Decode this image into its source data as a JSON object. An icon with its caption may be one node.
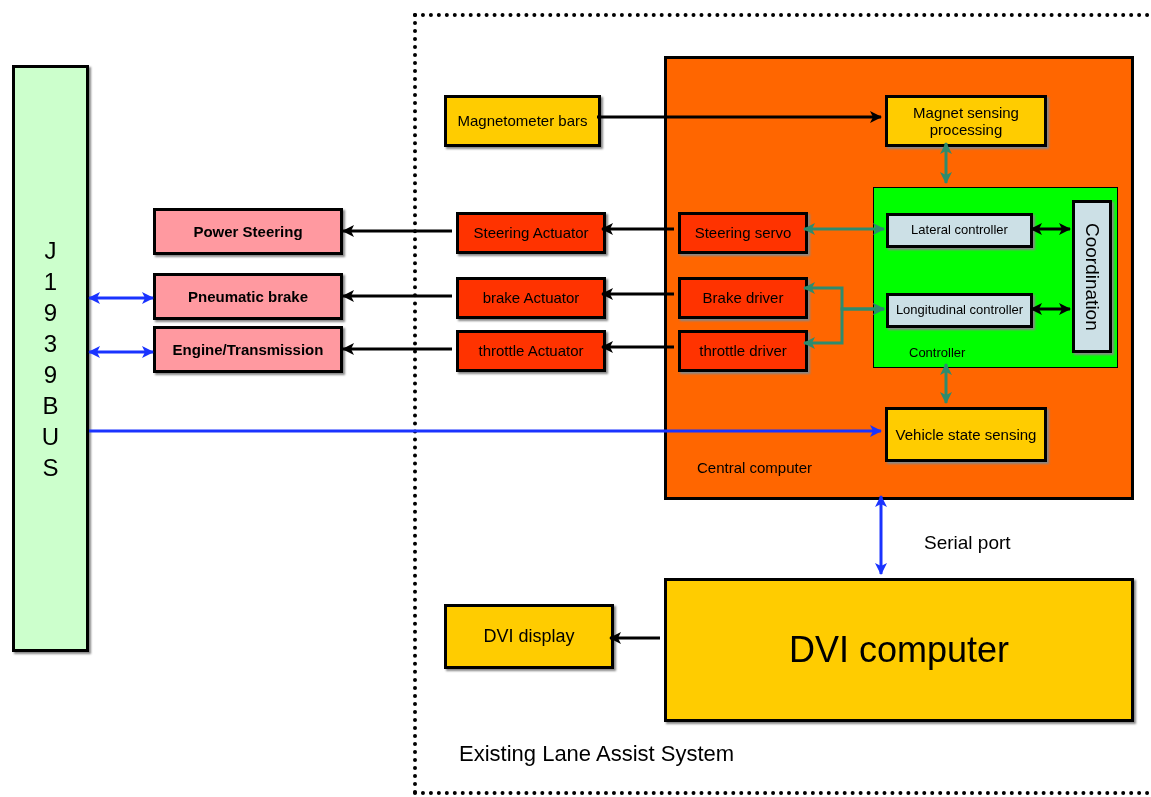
{
  "diagram": {
    "nodes": [
      {
        "text": [
          "J 1 9 3 9 B U S"
        ]
      },
      {
        "text": [
          "Existing Lane Assist System"
        ]
      },
      {
        "text": [
          "Central computer"
        ],
        "in": 1
      },
      {
        "text": [
          "Magnetometer bars"
        ],
        "in": 1
      },
      {
        "text": [
          "Magnet sensing processing"
        ],
        "in": 2
      },
      {
        "text": [
          "Controller"
        ],
        "in": 2
      },
      {
        "text": [
          "Lateral controller"
        ],
        "in": 5
      },
      {
        "text": [
          "Coordination"
        ],
        "in": 5
      },
      {
        "text": [
          "Longitudinal controller"
        ],
        "in": 5
      },
      {
        "text": [
          "Power Steering"
        ]
      },
      {
        "text": [
          "Steering Actuator"
        ],
        "in": 1
      },
      {
        "text": [
          "Steering servo"
        ],
        "in": 2
      },
      {
        "text": [
          "Pneumatic brake"
        ]
      },
      {
        "text": [
          "brake Actuator"
        ],
        "in": 1
      },
      {
        "text": [
          "Brake driver"
        ],
        "in": 2
      },
      {
        "text": [
          "Engine/Transmission"
        ]
      },
      {
        "text": [
          "throttle Actuator"
        ],
        "in": 1
      },
      {
        "text": [
          "throttle driver"
        ],
        "in": 2
      },
      {
        "text": [
          "Vehicle state sensing"
        ],
        "in": 2
      },
      {
        "text": [
          "DVI display"
        ],
        "in": 1
      },
      {
        "text": [
          "DVI computer"
        ],
        "in": 1
      }
    ],
    "edges": [
      {
        "from": 3,
        "to": 4,
        "arrow": "to"
      },
      {
        "from": 4,
        "to": 5,
        "arrow": "both",
        "color": "#2e8b6e"
      },
      {
        "from": 11,
        "to": 6,
        "arrow": "both",
        "color": "#2e8b6e"
      },
      {
        "from": 6,
        "to": 7,
        "arrow": "both"
      },
      {
        "from": 8,
        "to": 7,
        "arrow": "both"
      },
      {
        "from": 8,
        "to": 14,
        "arrow": "both",
        "color": "#2e8b6e"
      },
      {
        "from": 8,
        "to": 17,
        "arrow": "both",
        "color": "#2e8b6e"
      },
      {
        "from": 5,
        "to": 18,
        "arrow": "both",
        "color": "#2e8b6e"
      },
      {
        "from": 11,
        "to": 10,
        "arrow": "to"
      },
      {
        "from": 10,
        "to": 9,
        "arrow": "to"
      },
      {
        "from": 14,
        "to": 13,
        "arrow": "to"
      },
      {
        "from": 13,
        "to": 12,
        "arrow": "to"
      },
      {
        "from": 17,
        "to": 16,
        "arrow": "to"
      },
      {
        "from": 16,
        "to": 15,
        "arrow": "to"
      },
      {
        "from": 0,
        "to": 12,
        "arrow": "both",
        "color": "#1a33ff"
      },
      {
        "from": 0,
        "to": 15,
        "arrow": "both",
        "color": "#1a33ff"
      },
      {
        "from": 0,
        "to": 18,
        "arrow": "to",
        "color": "#1a33ff"
      },
      {
        "from": 2,
        "to": 20,
        "arrow": "both",
        "label": "Serial port",
        "color": "#1a33ff"
      },
      {
        "from": 20,
        "to": 19,
        "arrow": "to"
      }
    ]
  }
}
